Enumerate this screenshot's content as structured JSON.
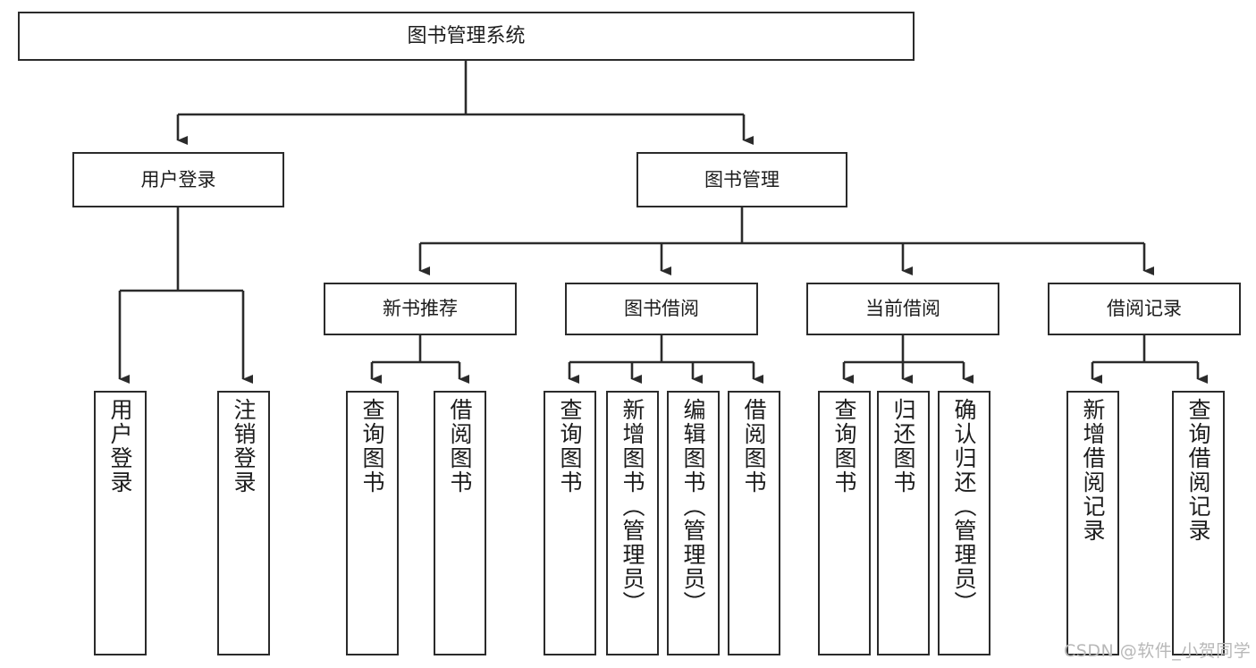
{
  "diagram": {
    "title": "图书管理系统",
    "style": {
      "box_border_color": "#2b2b2b",
      "box_fill_color": "#ffffff",
      "line_color": "#2b2b2b",
      "text_color": "#1c1c1c",
      "background_color": "#ffffff",
      "watermark_color": "#b8b8b8"
    },
    "root": {
      "label": "图书管理系统"
    },
    "level2": [
      {
        "label": "用户登录"
      },
      {
        "label": "图书管理"
      }
    ],
    "level3": [
      {
        "label": "新书推荐"
      },
      {
        "label": "图书借阅"
      },
      {
        "label": "当前借阅"
      },
      {
        "label": "借阅记录"
      }
    ],
    "leaves": {
      "user_login": [
        {
          "label": "用户登录"
        },
        {
          "label": "注销登录"
        }
      ],
      "new_book": [
        {
          "label": "查询图书"
        },
        {
          "label": "借阅图书"
        }
      ],
      "book_borrow": [
        {
          "label": "查询图书"
        },
        {
          "label": "新增图书（管理员）"
        },
        {
          "label": "编辑图书（管理员）"
        },
        {
          "label": "借阅图书"
        }
      ],
      "current_borrow": [
        {
          "label": "查询图书"
        },
        {
          "label": "归还图书"
        },
        {
          "label": "确认归还（管理员）"
        }
      ],
      "borrow_record": [
        {
          "label": "新增借阅记录"
        },
        {
          "label": "查询借阅记录"
        }
      ]
    }
  },
  "watermark": {
    "text": "CSDN @软件_小贺同学"
  }
}
